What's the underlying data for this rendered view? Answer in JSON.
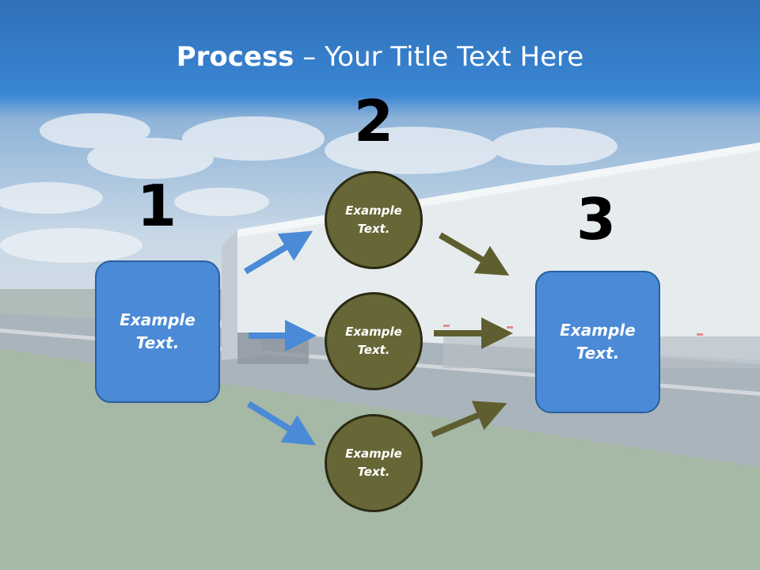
{
  "title": {
    "bold": "Process",
    "rest": " – Your Title Text Here"
  },
  "numbers": [
    "1",
    "2",
    "3"
  ],
  "left_box": {
    "text": "Example\nText."
  },
  "circles": [
    {
      "text": "Example\nText."
    },
    {
      "text": "Example\nText."
    },
    {
      "text": "Example\nText."
    }
  ],
  "right_box": {
    "text": "Example\nText."
  },
  "colors": {
    "blue_box": "#4a8ad6",
    "olive_circle": "#676636",
    "blue_arrow": "#4a8ad6",
    "olive_arrow": "#5e5e30"
  }
}
